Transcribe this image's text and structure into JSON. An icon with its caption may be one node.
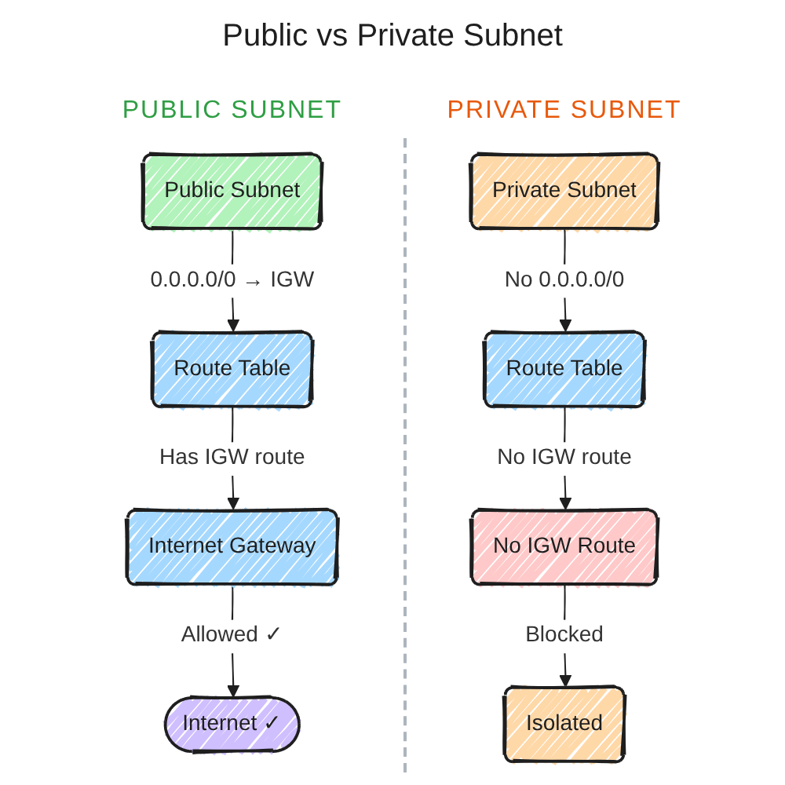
{
  "diagram": {
    "title": "Public vs Private Subnet",
    "nodes": [
      {
        "text": [
          "Public Subnet"
        ]
      },
      {
        "text": [
          "Route Table"
        ]
      },
      {
        "text": [
          "Internet Gateway"
        ]
      },
      {
        "text": [
          "Internet ✓"
        ]
      },
      {
        "text": [
          "Private Subnet"
        ]
      },
      {
        "text": [
          "Route Table"
        ]
      },
      {
        "text": [
          "No IGW Route"
        ]
      },
      {
        "text": [
          "Isolated"
        ]
      }
    ],
    "edges": [
      {
        "from": 0,
        "to": 1,
        "arrow": "to",
        "label": "0.0.0.0/0 → IGW"
      },
      {
        "from": 1,
        "to": 2,
        "arrow": "to",
        "label": "Has IGW route"
      },
      {
        "from": 2,
        "to": 3,
        "arrow": "to",
        "label": "Allowed ✓"
      },
      {
        "from": 4,
        "to": 5,
        "arrow": "to",
        "label": "No 0.0.0.0/0"
      },
      {
        "from": 5,
        "to": 6,
        "arrow": "to",
        "label": "No IGW route"
      },
      {
        "from": 6,
        "to": 7,
        "arrow": "to",
        "label": "Blocked"
      }
    ],
    "labels": [
      "PUBLIC SUBNET",
      "PRIVATE SUBNET"
    ]
  }
}
